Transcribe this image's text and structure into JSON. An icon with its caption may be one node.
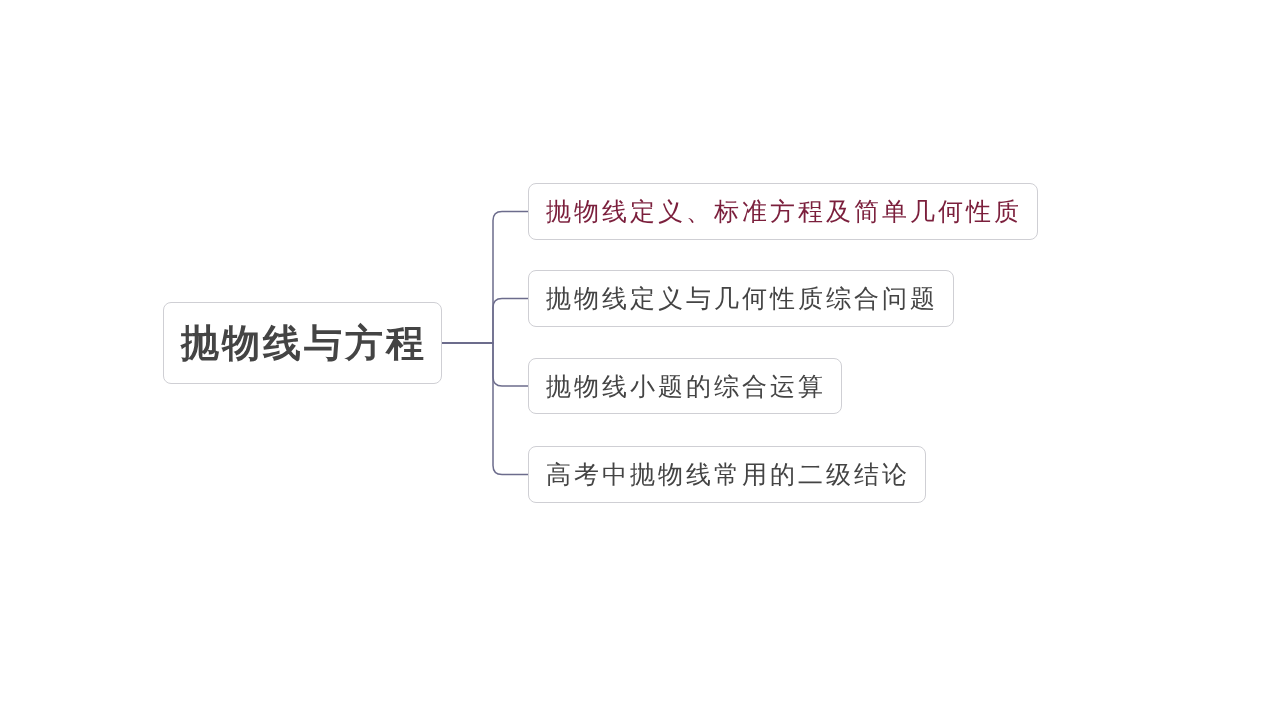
{
  "diagram": {
    "nodes": [
      {
        "text": [
          "抛物线与方程"
        ]
      },
      {
        "text": [
          "抛物线定义、标准方程及简单几何性质"
        ]
      },
      {
        "text": [
          "抛物线定义与几何性质综合问题"
        ]
      },
      {
        "text": [
          "抛物线小题的综合运算"
        ]
      },
      {
        "text": [
          "高考中抛物线常用的二级结论"
        ]
      }
    ],
    "edges": [
      {
        "from": 0,
        "to": 1,
        "arrow": "none"
      },
      {
        "from": 0,
        "to": 2,
        "arrow": "none"
      },
      {
        "from": 0,
        "to": 3,
        "arrow": "none"
      },
      {
        "from": 0,
        "to": 4,
        "arrow": "none"
      }
    ]
  }
}
